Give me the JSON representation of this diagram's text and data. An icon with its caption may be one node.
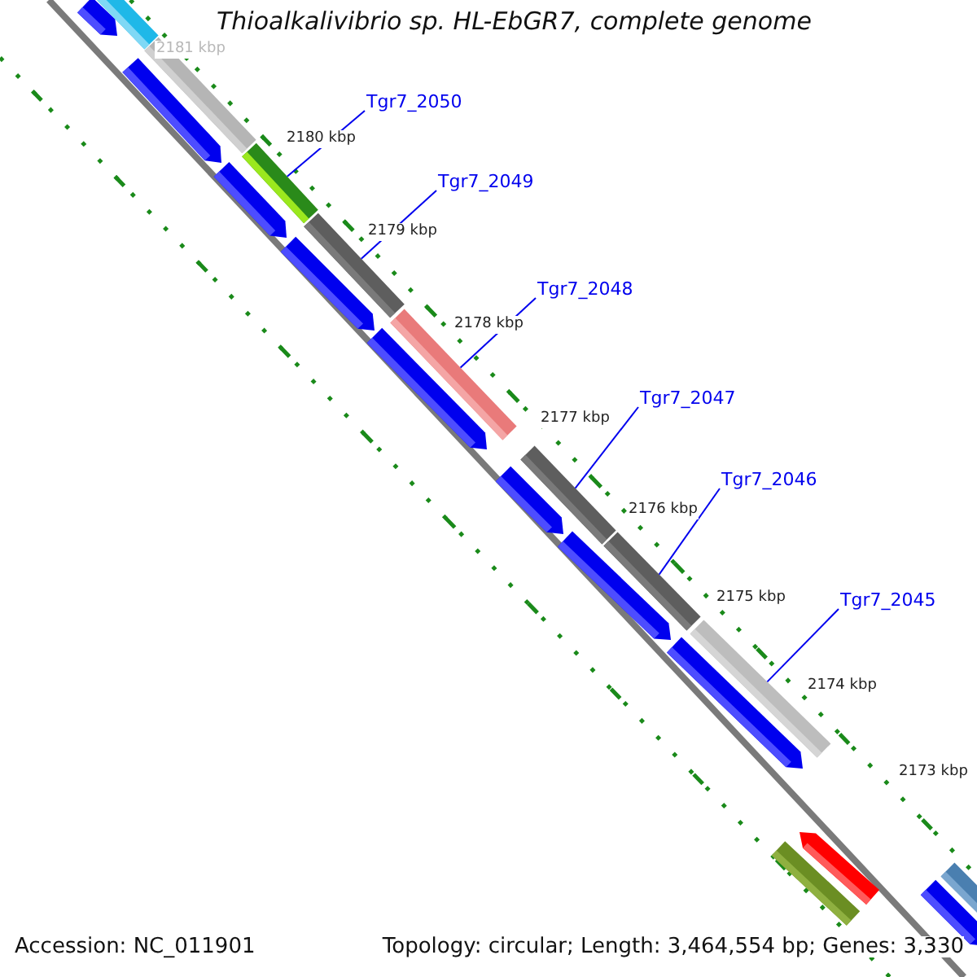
{
  "diagram": {
    "title": "Thioalkalivibrio sp. HL-EbGR7, complete genome",
    "nodes": [
      {
        "text": [
          "Tgr7_2050"
        ]
      },
      {
        "text": [
          "Tgr7_2049"
        ]
      },
      {
        "text": [
          "Tgr7_2048"
        ]
      },
      {
        "text": [
          "Tgr7_2047"
        ]
      },
      {
        "text": [
          "Tgr7_2046"
        ]
      },
      {
        "text": [
          "Tgr7_2045"
        ]
      },
      {
        "text": [],
        "shape": "bar"
      },
      {
        "text": [],
        "shape": "bar"
      },
      {
        "text": [],
        "shape": "bar"
      },
      {
        "text": [],
        "shape": "bar"
      },
      {
        "text": [],
        "shape": "bar"
      },
      {
        "text": [],
        "shape": "bar"
      }
    ],
    "edges": [
      {
        "from": 0,
        "to": 6,
        "arrow": "none"
      },
      {
        "from": 1,
        "to": 7,
        "arrow": "none"
      },
      {
        "from": 2,
        "to": 8,
        "arrow": "none"
      },
      {
        "from": 3,
        "to": 9,
        "arrow": "none"
      },
      {
        "from": 4,
        "to": 10,
        "arrow": "none"
      },
      {
        "from": 5,
        "to": 11,
        "arrow": "none"
      }
    ],
    "labels": [
      "2181 kbp",
      "2180 kbp",
      "2179 kbp",
      "2178 kbp",
      "2177 kbp",
      "2176 kbp",
      "2175 kbp",
      "2174 kbp",
      "2173 kbp",
      "Accession: NC_011901",
      "Topology: circular; Length: 3,464,554 bp; Genes: 3,330"
    ]
  }
}
